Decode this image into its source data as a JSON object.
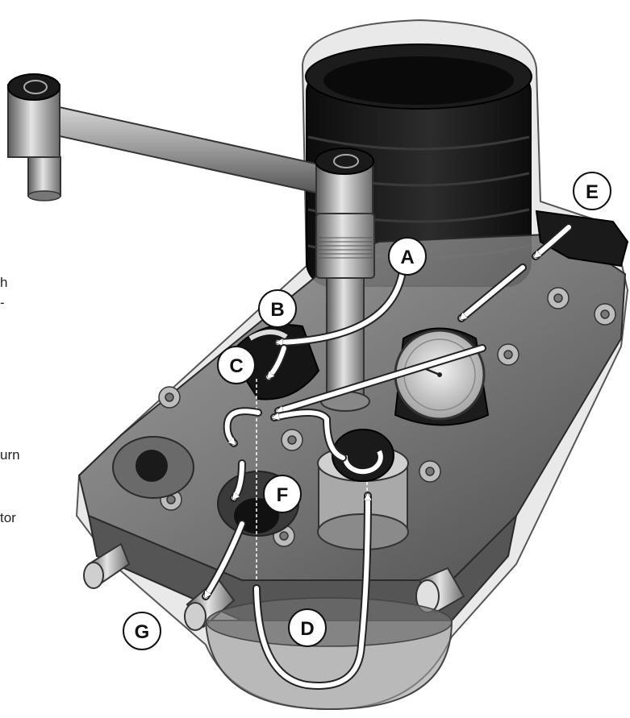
{
  "callouts": {
    "a": "A",
    "b": "B",
    "c": "C",
    "d": "D",
    "e": "E",
    "f": "F",
    "g": "G"
  },
  "side_fragments": {
    "line1": "h",
    "line2": "-",
    "line3": "urn",
    "line4": "tor"
  },
  "colors": {
    "body_dark": "#4a4a4a",
    "body_mid": "#8c8c8c",
    "body_light": "#cfcfcf",
    "canister": "#1a1a1a",
    "arrow": "#ffffff",
    "outline": "#222222"
  }
}
